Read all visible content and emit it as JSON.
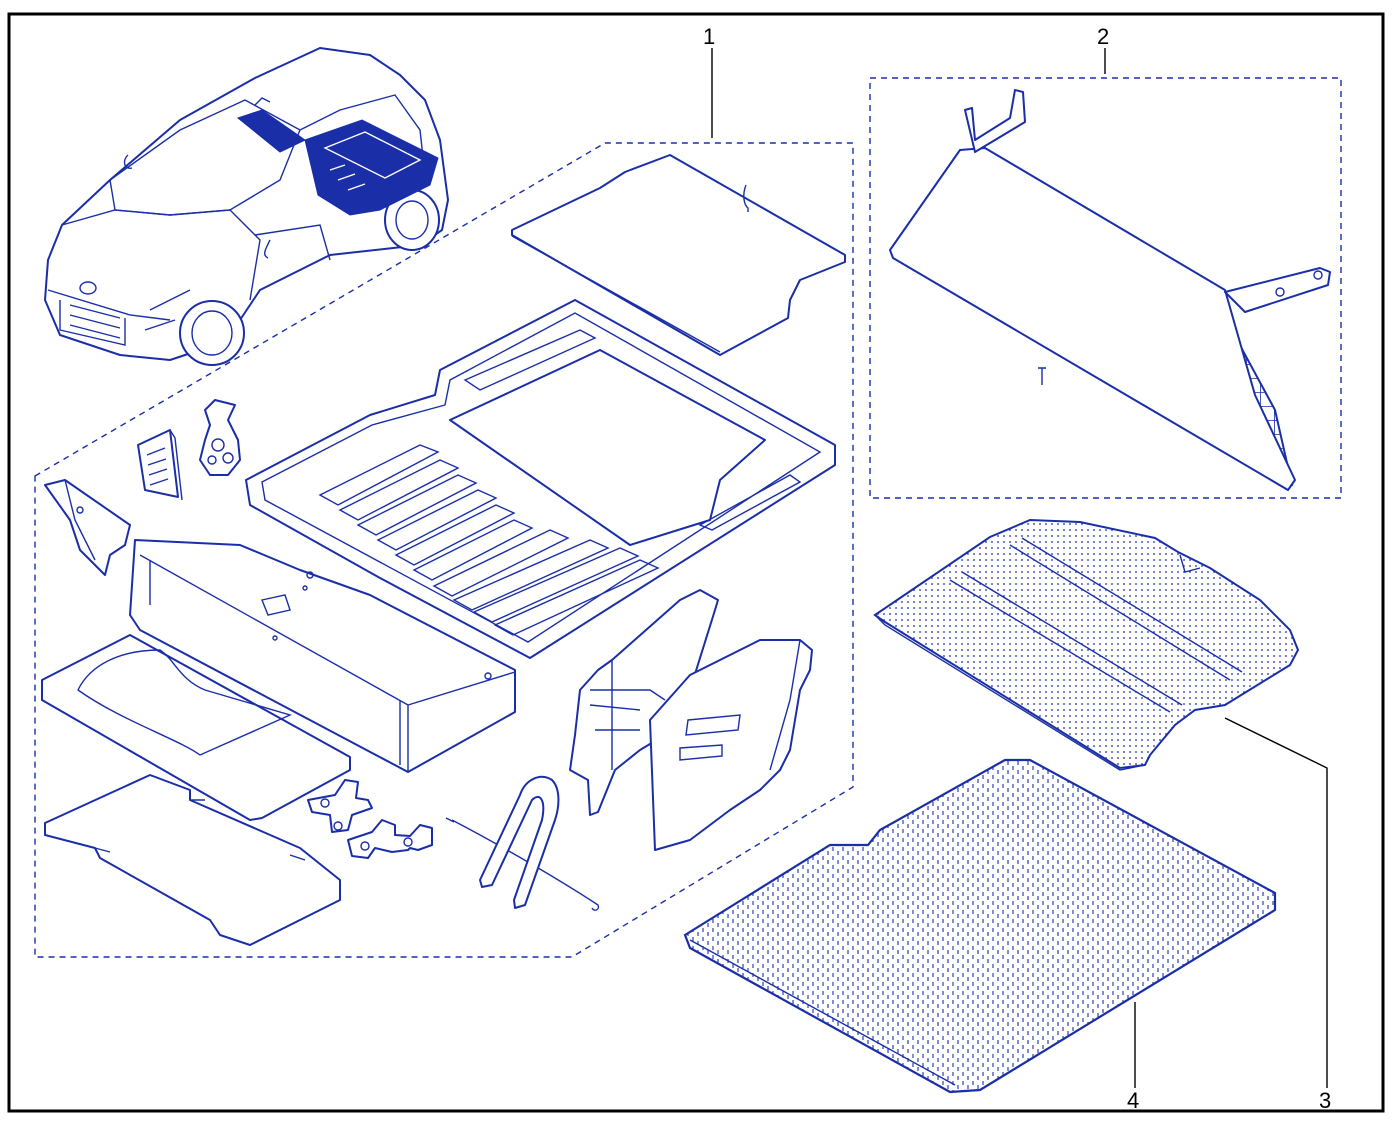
{
  "diagram": {
    "border_color": "#000000",
    "line_color": "#1a2ea8",
    "callouts": [
      {
        "id": "1",
        "label": "1"
      },
      {
        "id": "2",
        "label": "2"
      },
      {
        "id": "3",
        "label": "3"
      },
      {
        "id": "4",
        "label": "4"
      }
    ]
  }
}
